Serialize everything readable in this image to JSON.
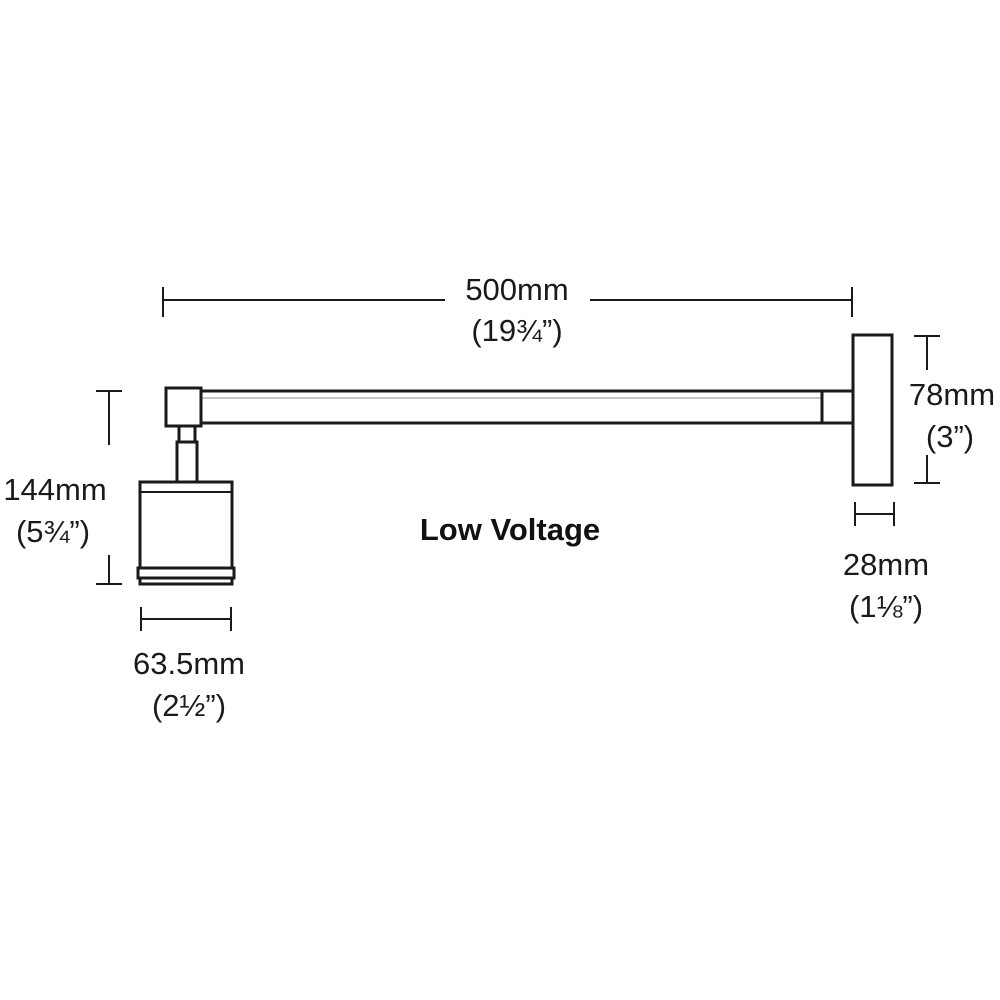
{
  "title": "Low Voltage",
  "dimensions": {
    "arm_length": {
      "metric": "500mm",
      "imperial": "(19¾”)"
    },
    "backplate_height": {
      "metric": "78mm",
      "imperial": "(3”)"
    },
    "backplate_depth": {
      "metric": "28mm",
      "imperial": "(1⅛”)"
    },
    "head_height": {
      "metric": "144mm",
      "imperial": "(5¾”)"
    },
    "head_width": {
      "metric": "63.5mm",
      "imperial": "(2½”)"
    }
  },
  "colors": {
    "line": "#1a1a1a",
    "background": "#ffffff"
  }
}
